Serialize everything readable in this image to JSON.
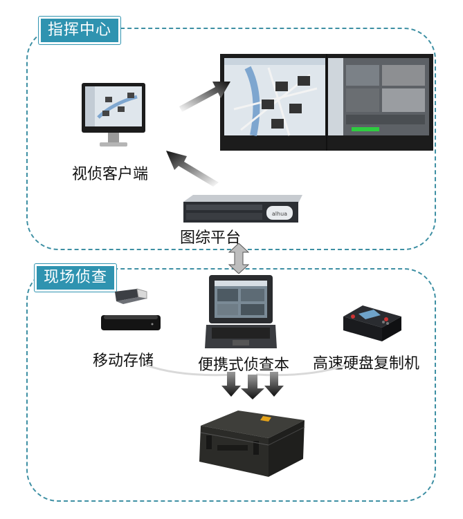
{
  "sections": {
    "command_center": {
      "title": "指挥中心"
    },
    "field_investigation": {
      "title": "现场侦查"
    }
  },
  "nodes": {
    "video_client": "视侦客户端",
    "integrated_platform": "图综平台",
    "mobile_storage": "移动存储",
    "portable_notebook": "便携式侦查本",
    "hdd_duplicator": "高速硬盘复制机"
  },
  "device_logo": "alhua",
  "colors": {
    "accent": "#2f93b0",
    "border": "#3d8fa3"
  }
}
